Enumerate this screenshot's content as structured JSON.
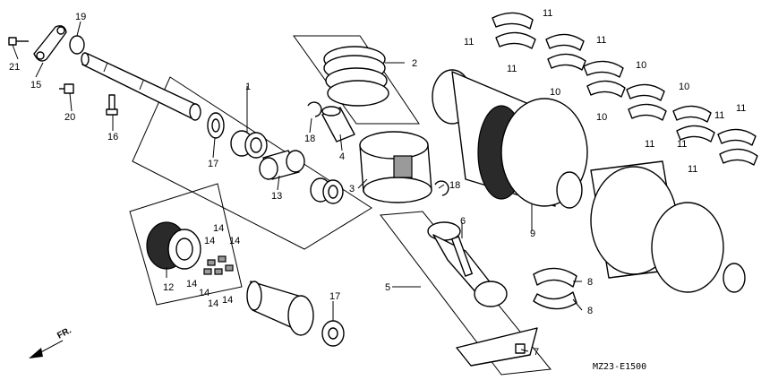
{
  "callouts": {
    "c1": "1",
    "c2": "2",
    "c3": "3",
    "c4": "4",
    "c5": "5",
    "c6": "6",
    "c7a": "7",
    "c8a": "8",
    "c8b": "8",
    "c9": "9",
    "c10a": "10",
    "c10b": "10",
    "c10c": "10",
    "c10d": "10",
    "c11a": "11",
    "c11b": "11",
    "c11c": "11",
    "c11d": "11",
    "c11e": "11",
    "c11f": "11",
    "c11g": "11",
    "c11h": "11",
    "c11i": "11",
    "c12": "12",
    "c13": "13",
    "c14a": "14",
    "c14b": "14",
    "c14c": "14",
    "c14d": "14",
    "c14e": "14",
    "c14f": "14",
    "c14g": "14",
    "c15": "15",
    "c16": "16",
    "c17a": "17",
    "c17b": "17",
    "c18a": "18",
    "c18b": "18",
    "c19": "19",
    "c20": "20",
    "c21": "21"
  },
  "direction_label": "FR.",
  "diagram_code": "MZ23-E1500"
}
